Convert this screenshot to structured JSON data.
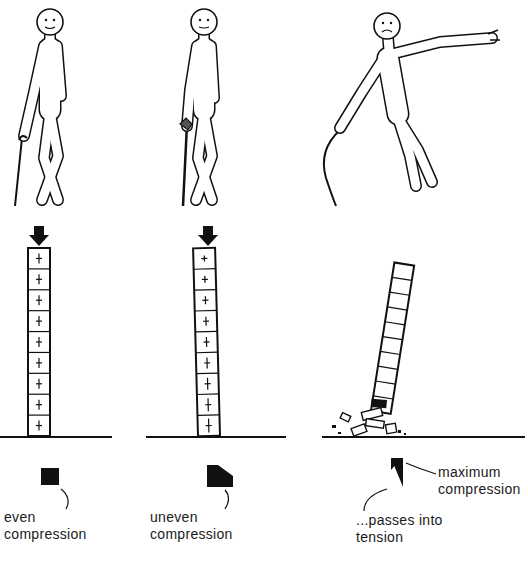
{
  "diagram": {
    "labels": [
      "even compression",
      "uneven compression",
      "maximum compression",
      "...passes into tension"
    ]
  }
}
